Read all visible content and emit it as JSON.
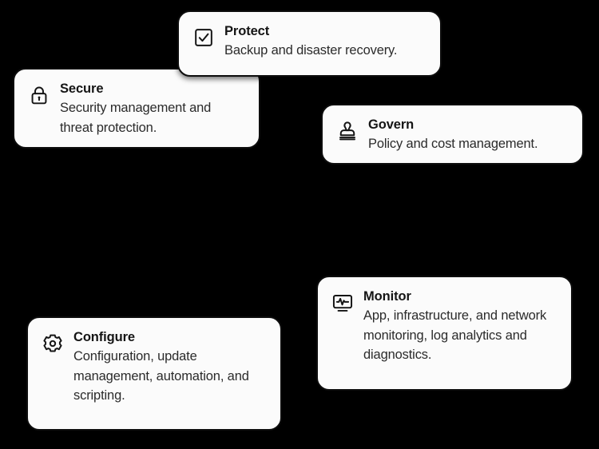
{
  "canvas": {
    "background_color": "#000000",
    "card_background_color": "#fbfbfb",
    "card_border_color": "#0d0d0d",
    "text_color": "#151515"
  },
  "cards": [
    {
      "id": "protect",
      "icon": "checkbox-checked-icon",
      "title": "Protect",
      "description": "Backup and disaster recovery."
    },
    {
      "id": "secure",
      "icon": "lock-icon",
      "title": "Secure",
      "description": "Security management and threat protection."
    },
    {
      "id": "govern",
      "icon": "stamp-icon",
      "title": "Govern",
      "description": "Policy and cost management."
    },
    {
      "id": "monitor",
      "icon": "monitor-pulse-icon",
      "title": "Monitor",
      "description": "App, infrastructure, and network monitoring, log analytics and diagnostics."
    },
    {
      "id": "configure",
      "icon": "gear-icon",
      "title": "Configure",
      "description": "Configuration, update management, automation, and scripting."
    }
  ]
}
